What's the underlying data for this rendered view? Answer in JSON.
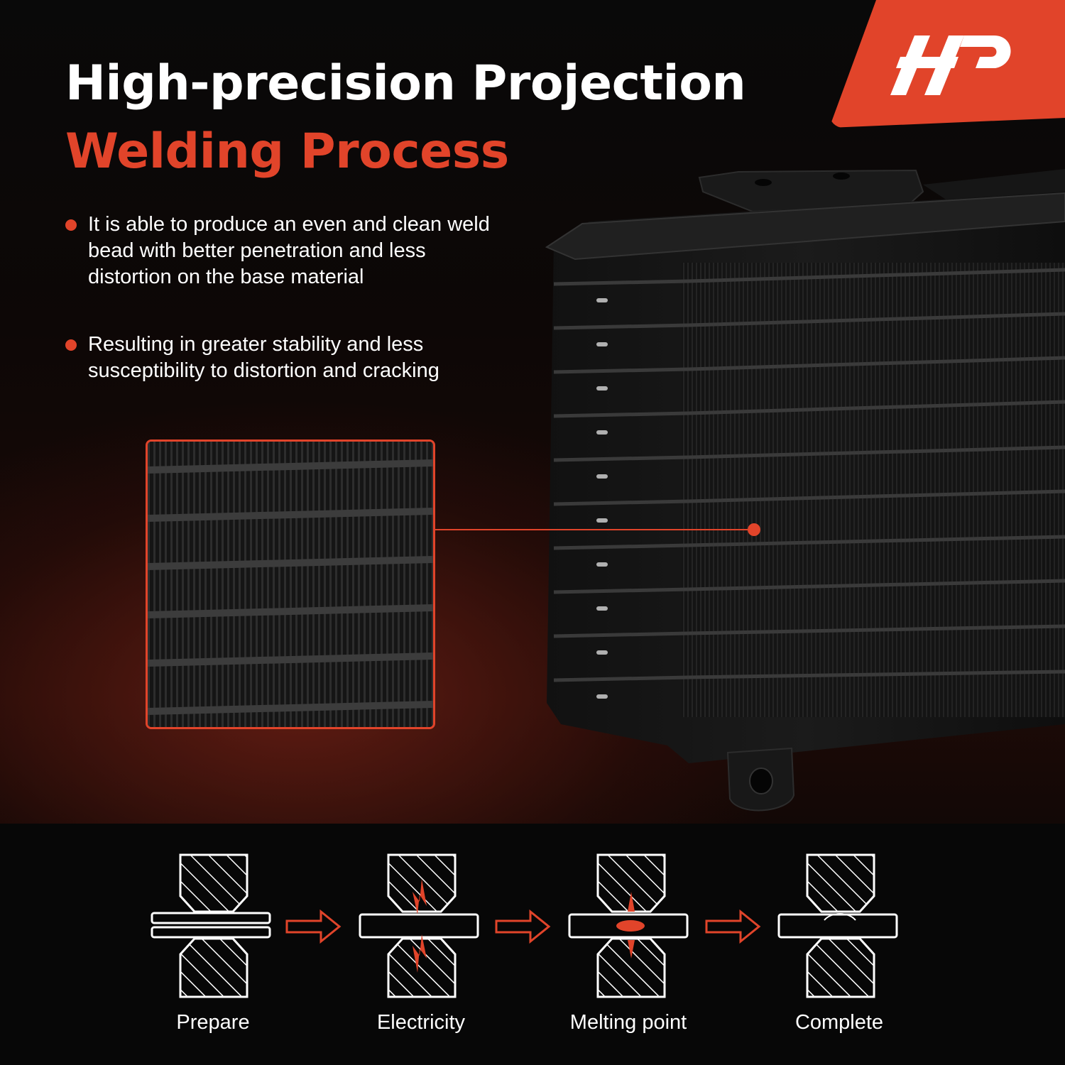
{
  "title": {
    "line1": "High-precision Projection",
    "line2": "Welding Process"
  },
  "bullets": [
    "It is able to produce an even and clean weld bead with better penetration and less distortion on the base material",
    "Resulting in greater stability and less susceptibility to distortion and cracking"
  ],
  "steps": [
    {
      "label": "Prepare"
    },
    {
      "label": "Electricity"
    },
    {
      "label": "Melting point"
    },
    {
      "label": "Complete"
    }
  ],
  "colors": {
    "accent": "#e1442a",
    "background": "#0b0b0b",
    "text": "#ffffff"
  },
  "icons": {
    "brand": "brand-logo-icon",
    "bullet": "bullet-dot-icon",
    "arrow": "step-arrow-icon"
  }
}
